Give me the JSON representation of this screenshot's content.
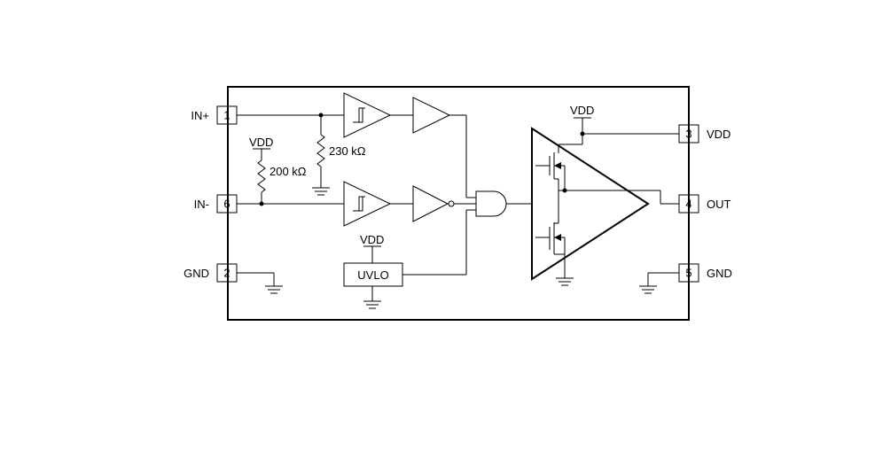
{
  "pins": {
    "in_plus": {
      "name": "IN+",
      "number": "1"
    },
    "in_minus": {
      "name": "IN-",
      "number": "6"
    },
    "gnd_left": {
      "name": "GND",
      "number": "2"
    },
    "vdd": {
      "name": "VDD",
      "number": "3"
    },
    "out": {
      "name": "OUT",
      "number": "4"
    },
    "gnd_right": {
      "name": "GND",
      "number": "5"
    }
  },
  "resistors": {
    "pulldown": "230 kΩ",
    "pullup": "200 kΩ"
  },
  "supply_labels": {
    "pullup_vdd": "VDD",
    "uvlo_vdd": "VDD",
    "driver_vdd": "VDD"
  },
  "blocks": {
    "uvlo": "UVLO"
  }
}
